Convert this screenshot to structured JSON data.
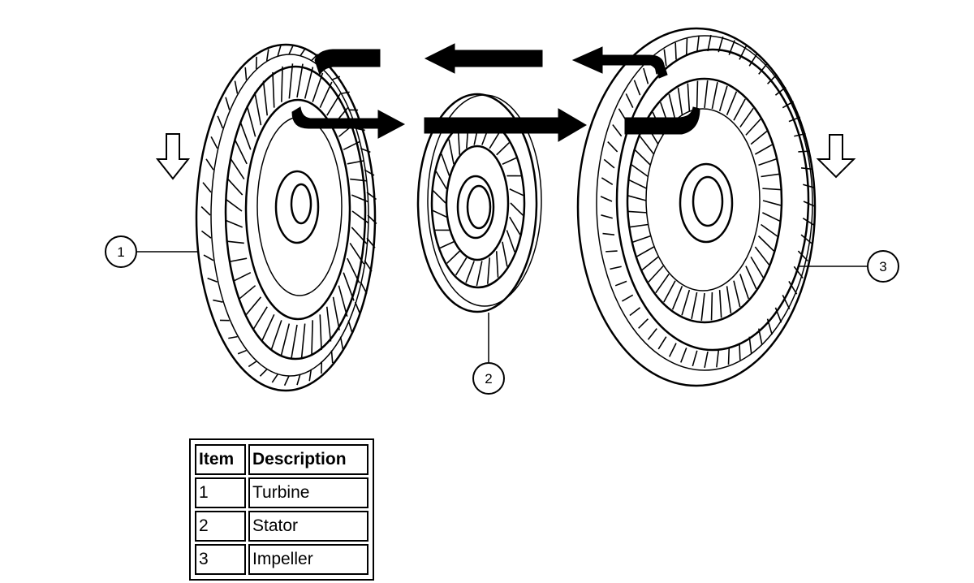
{
  "callouts": [
    "1",
    "2",
    "3"
  ],
  "legend": {
    "headers": {
      "item": "Item",
      "description": "Description"
    },
    "rows": [
      {
        "item": "1",
        "description": "Turbine"
      },
      {
        "item": "2",
        "description": "Stator"
      },
      {
        "item": "3",
        "description": "Impeller"
      }
    ]
  },
  "colors": {
    "ink": "#000000",
    "paper": "#ffffff"
  }
}
